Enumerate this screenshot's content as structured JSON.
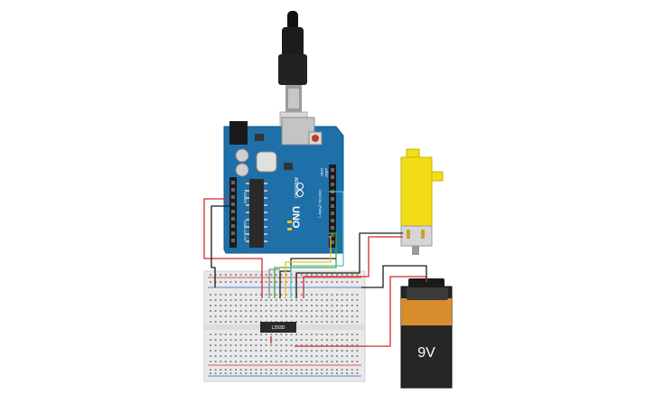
{
  "arduino": {
    "board_name": "UNO",
    "brand": "ARDUINO",
    "header_top_label": "DIGITAL (PWM~)",
    "header_bottom_label": "ANALOG IN",
    "power_label": "POWER",
    "aref_label": "AREF",
    "gnd_label": "GND",
    "board_color": "#1f6fa8"
  },
  "driver_ic": {
    "label": "L293D"
  },
  "battery": {
    "label": "9V",
    "top_color": "#d98c2b",
    "body_color": "#262626"
  },
  "motor": {
    "color": "#f2dd16"
  },
  "wire_colors": {
    "red": "#d22b2b",
    "black": "#1a1a1a",
    "green": "#3cae3c",
    "yellow": "#e6c21a",
    "teal": "#5bbdc7",
    "gray": "#8a8a8a"
  },
  "icons": [
    "usb-cable-icon",
    "reset-button-icon",
    "arduino-infinity-logo-icon"
  ]
}
